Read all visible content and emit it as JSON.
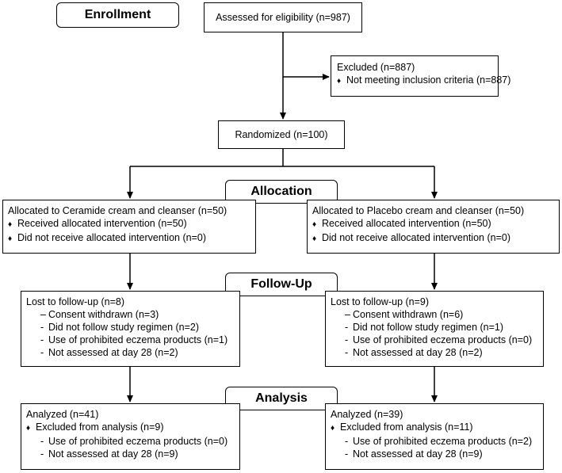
{
  "stages": {
    "enrollment": "Enrollment",
    "allocation": "Allocation",
    "follow_up": "Follow-Up",
    "analysis": "Analysis"
  },
  "assessed": "Assessed for eligibility (n=987)",
  "excluded": {
    "title": "Excluded (n=887)",
    "bullet": "♦",
    "item": "Not meeting inclusion criteria (n=887)"
  },
  "randomized": "Randomized (n=100)",
  "allocation": {
    "left": {
      "title": "Allocated to Ceramide cream and cleanser (n=50)",
      "items": [
        "Received allocated intervention (n=50)",
        "Did not receive allocated intervention (n=0)"
      ]
    },
    "right": {
      "title": "Allocated to Placebo cream and cleanser (n=50)",
      "items": [
        "Received allocated intervention (n=50)",
        "Did not receive allocated intervention (n=0)"
      ]
    }
  },
  "followup": {
    "left": {
      "title": "Lost to follow-up (n=8)",
      "items": [
        "Consent withdrawn (n=3)",
        "Did not follow study regimen (n=2)",
        "Use of prohibited eczema products (n=1)",
        "Not assessed at day 28 (n=2)"
      ]
    },
    "right": {
      "title": "Lost to follow-up (n=9)",
      "items": [
        "Consent withdrawn (n=6)",
        "Did not follow study regimen (n=1)",
        "Use of prohibited eczema products (n=0)",
        "Not assessed at day 28 (n=2)"
      ]
    }
  },
  "analysis": {
    "left": {
      "title": "Analyzed (n=41)",
      "excluded": "Excluded from analysis (n=9)",
      "items": [
        "Use of prohibited eczema products (n=0)",
        "Not assessed at day 28 (n=9)"
      ]
    },
    "right": {
      "title": "Analyzed (n=39)",
      "excluded": "Excluded from analysis (n=11)",
      "items": [
        "Use of prohibited eczema products (n=2)",
        "Not assessed at day 28 (n=9)"
      ]
    }
  },
  "markers": {
    "bullet": "♦",
    "dash": "–"
  }
}
